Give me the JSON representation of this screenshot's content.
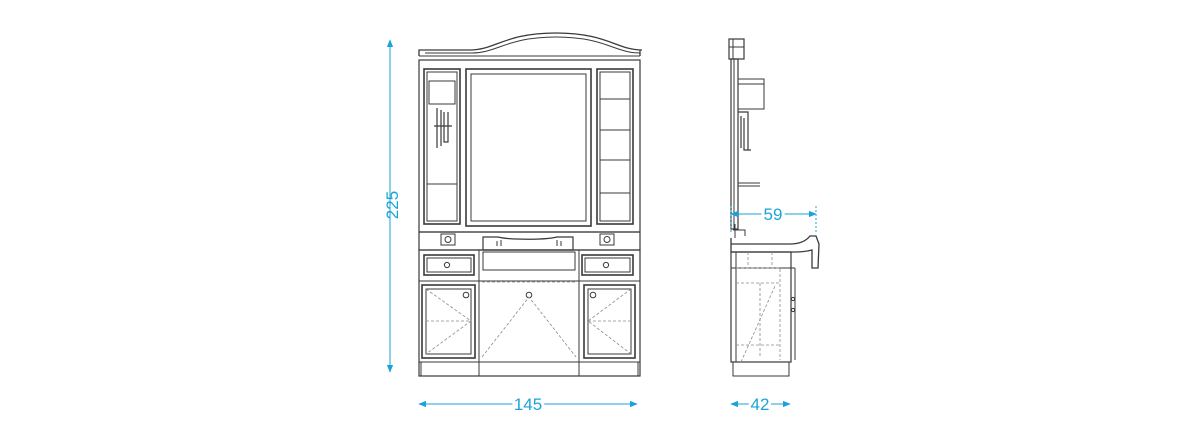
{
  "dimensions": {
    "height": "225",
    "width": "145",
    "depth_top": "59",
    "depth_base": "42"
  },
  "colors": {
    "dimension_accent": "#1aa3d9",
    "line": "#3a3a3a",
    "hidden_line": "#8a8a8a"
  }
}
